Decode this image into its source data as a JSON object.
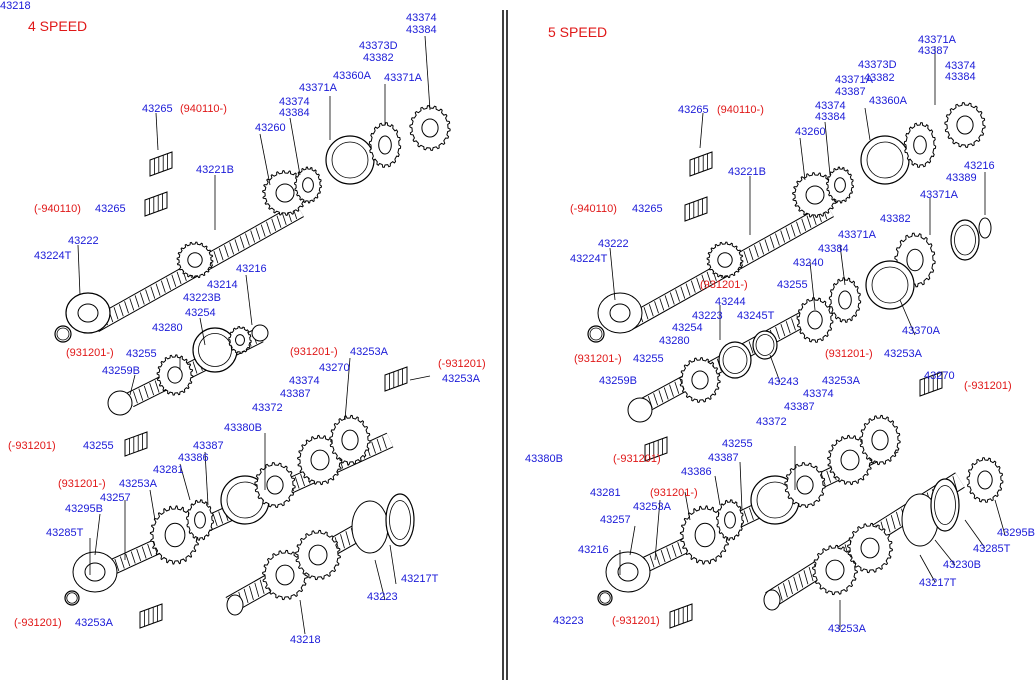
{
  "colors": {
    "part_number": "#1a1ad8",
    "date_code": "#e01818",
    "line": "#000000"
  },
  "panels": [
    {
      "title": "4 SPEED",
      "labels": [
        {
          "text": "43374",
          "color": "blue"
        },
        {
          "text": "43384",
          "color": "blue"
        },
        {
          "text": "43373D",
          "color": "blue"
        },
        {
          "text": "43382",
          "color": "blue"
        },
        {
          "text": "43360A",
          "color": "blue"
        },
        {
          "text": "43371A",
          "color": "blue"
        },
        {
          "text": "43371A",
          "color": "blue"
        },
        {
          "text": "43374",
          "color": "blue"
        },
        {
          "text": "43384",
          "color": "blue"
        },
        {
          "text": "43260",
          "color": "blue"
        },
        {
          "text": "43265",
          "color": "blue"
        },
        {
          "text": "(940110-)",
          "color": "red"
        },
        {
          "text": "43221B",
          "color": "blue"
        },
        {
          "text": "(-940110)",
          "color": "red"
        },
        {
          "text": "43265",
          "color": "blue"
        },
        {
          "text": "43222",
          "color": "blue"
        },
        {
          "text": "43224T",
          "color": "blue"
        },
        {
          "text": "43216",
          "color": "blue"
        },
        {
          "text": "43214",
          "color": "blue"
        },
        {
          "text": "43223B",
          "color": "blue"
        },
        {
          "text": "43254",
          "color": "blue"
        },
        {
          "text": "43280",
          "color": "blue"
        },
        {
          "text": "(931201-)",
          "color": "red"
        },
        {
          "text": "43255",
          "color": "blue"
        },
        {
          "text": "43259B",
          "color": "blue"
        },
        {
          "text": "(931201-)",
          "color": "red"
        },
        {
          "text": "43253A",
          "color": "blue"
        },
        {
          "text": "(-931201)",
          "color": "red"
        },
        {
          "text": "43253A",
          "color": "blue"
        },
        {
          "text": "43270",
          "color": "blue"
        },
        {
          "text": "43374",
          "color": "blue"
        },
        {
          "text": "43387",
          "color": "blue"
        },
        {
          "text": "43372",
          "color": "blue"
        },
        {
          "text": "43380B",
          "color": "blue"
        },
        {
          "text": "(-931201)",
          "color": "red"
        },
        {
          "text": "43255",
          "color": "blue"
        },
        {
          "text": "43387",
          "color": "blue"
        },
        {
          "text": "43386",
          "color": "blue"
        },
        {
          "text": "43281",
          "color": "blue"
        },
        {
          "text": "(931201-)",
          "color": "red"
        },
        {
          "text": "43253A",
          "color": "blue"
        },
        {
          "text": "43257",
          "color": "blue"
        },
        {
          "text": "43295B",
          "color": "blue"
        },
        {
          "text": "43285T",
          "color": "blue"
        },
        {
          "text": "(-931201)",
          "color": "red"
        },
        {
          "text": "43253A",
          "color": "blue"
        },
        {
          "text": "43217T",
          "color": "blue"
        },
        {
          "text": "43223",
          "color": "blue"
        },
        {
          "text": "43218",
          "color": "blue"
        }
      ]
    },
    {
      "title": "5 SPEED",
      "labels": [
        {
          "text": "43371A",
          "color": "blue"
        },
        {
          "text": "43387",
          "color": "blue"
        },
        {
          "text": "43373D",
          "color": "blue"
        },
        {
          "text": "43382",
          "color": "blue"
        },
        {
          "text": "43374",
          "color": "blue"
        },
        {
          "text": "43384",
          "color": "blue"
        },
        {
          "text": "43371A",
          "color": "blue"
        },
        {
          "text": "43387",
          "color": "blue"
        },
        {
          "text": "43360A",
          "color": "blue"
        },
        {
          "text": "43374",
          "color": "blue"
        },
        {
          "text": "43384",
          "color": "blue"
        },
        {
          "text": "43260",
          "color": "blue"
        },
        {
          "text": "43265",
          "color": "blue"
        },
        {
          "text": "(940110-)",
          "color": "red"
        },
        {
          "text": "43221B",
          "color": "blue"
        },
        {
          "text": "43216",
          "color": "blue"
        },
        {
          "text": "43389",
          "color": "blue"
        },
        {
          "text": "(-940110)",
          "color": "red"
        },
        {
          "text": "43265",
          "color": "blue"
        },
        {
          "text": "43371A",
          "color": "blue"
        },
        {
          "text": "43382",
          "color": "blue"
        },
        {
          "text": "43371A",
          "color": "blue"
        },
        {
          "text": "43222",
          "color": "blue"
        },
        {
          "text": "43384",
          "color": "blue"
        },
        {
          "text": "43224T",
          "color": "blue"
        },
        {
          "text": "43240",
          "color": "blue"
        },
        {
          "text": "(931201-)",
          "color": "red"
        },
        {
          "text": "43255",
          "color": "blue"
        },
        {
          "text": "43244",
          "color": "blue"
        },
        {
          "text": "43223",
          "color": "blue"
        },
        {
          "text": "43245T",
          "color": "blue"
        },
        {
          "text": "43254",
          "color": "blue"
        },
        {
          "text": "43280",
          "color": "blue"
        },
        {
          "text": "43370A",
          "color": "blue"
        },
        {
          "text": "(931201-)",
          "color": "red"
        },
        {
          "text": "43255",
          "color": "blue"
        },
        {
          "text": "43243",
          "color": "blue"
        },
        {
          "text": "43259B",
          "color": "blue"
        },
        {
          "text": "(931201-)",
          "color": "red"
        },
        {
          "text": "43253A",
          "color": "blue"
        },
        {
          "text": "43270",
          "color": "blue"
        },
        {
          "text": "(-931201)",
          "color": "red"
        },
        {
          "text": "43253A",
          "color": "blue"
        },
        {
          "text": "43374",
          "color": "blue"
        },
        {
          "text": "43387",
          "color": "blue"
        },
        {
          "text": "43372",
          "color": "blue"
        },
        {
          "text": "43380B",
          "color": "blue"
        },
        {
          "text": "(-931201)",
          "color": "red"
        },
        {
          "text": "43255",
          "color": "blue"
        },
        {
          "text": "43387",
          "color": "blue"
        },
        {
          "text": "43386",
          "color": "blue"
        },
        {
          "text": "43281",
          "color": "blue"
        },
        {
          "text": "(931201-)",
          "color": "red"
        },
        {
          "text": "43253A",
          "color": "blue"
        },
        {
          "text": "43257",
          "color": "blue"
        },
        {
          "text": "43295B",
          "color": "blue"
        },
        {
          "text": "43216",
          "color": "blue"
        },
        {
          "text": "43285T",
          "color": "blue"
        },
        {
          "text": "43230B",
          "color": "blue"
        },
        {
          "text": "43217T",
          "color": "blue"
        },
        {
          "text": "43223",
          "color": "blue"
        },
        {
          "text": "(-931201)",
          "color": "red"
        },
        {
          "text": "43253A",
          "color": "blue"
        },
        {
          "text": "43218",
          "color": "blue"
        }
      ]
    }
  ]
}
